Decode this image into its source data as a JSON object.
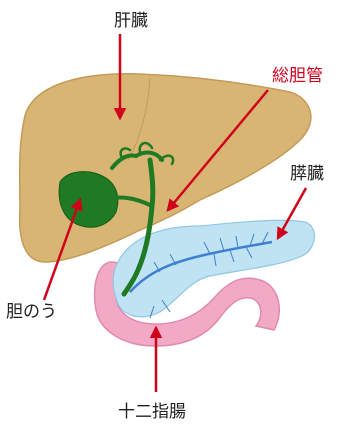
{
  "labels": {
    "liver": "肝臓",
    "common_bile_duct": "総胆管",
    "pancreas": "膵臓",
    "gallbladder": "胆のう",
    "duodenum": "十二指腸"
  },
  "colors": {
    "liver": "#d9b574",
    "gallbladder": "#1f7a23",
    "pancreas": "#bfe3f3",
    "pancreatic_duct": "#3f7fd1",
    "duodenum": "#f2a9c6",
    "arrow": "#d0021b",
    "label_text": "#222222",
    "highlight_label_text": "#d0021b"
  }
}
